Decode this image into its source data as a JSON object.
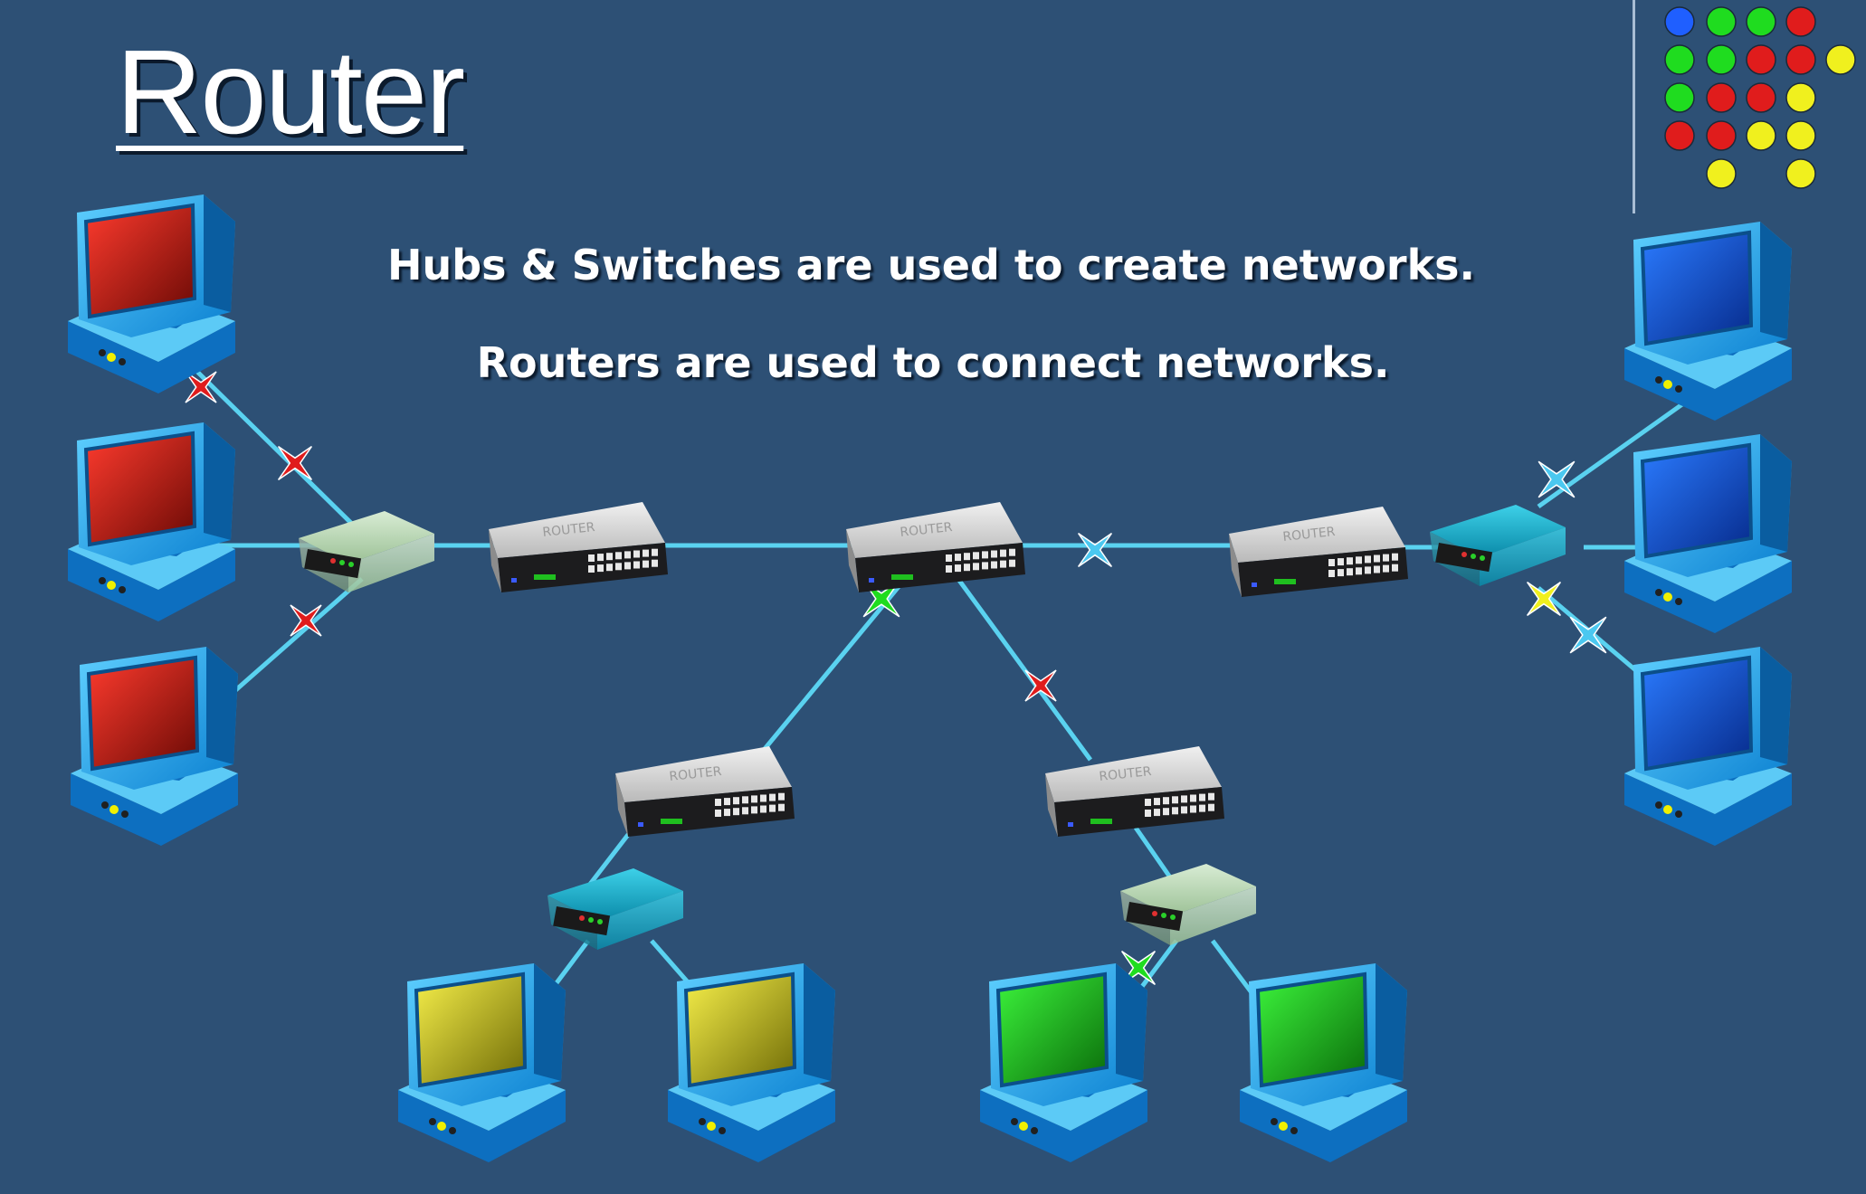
{
  "slide": {
    "title": "Router",
    "line1": "Hubs & Switches are used to create networks.",
    "line2": "Routers are used to connect networks."
  },
  "device_label": "ROUTER",
  "colors": {
    "background": "#2d5075",
    "cable": "#5ad2f0",
    "red": "#e01c1c",
    "green": "#1fdc1f",
    "yellow": "#f0f01e",
    "blue": "#1f5fff",
    "cyan": "#4bc8f0"
  }
}
